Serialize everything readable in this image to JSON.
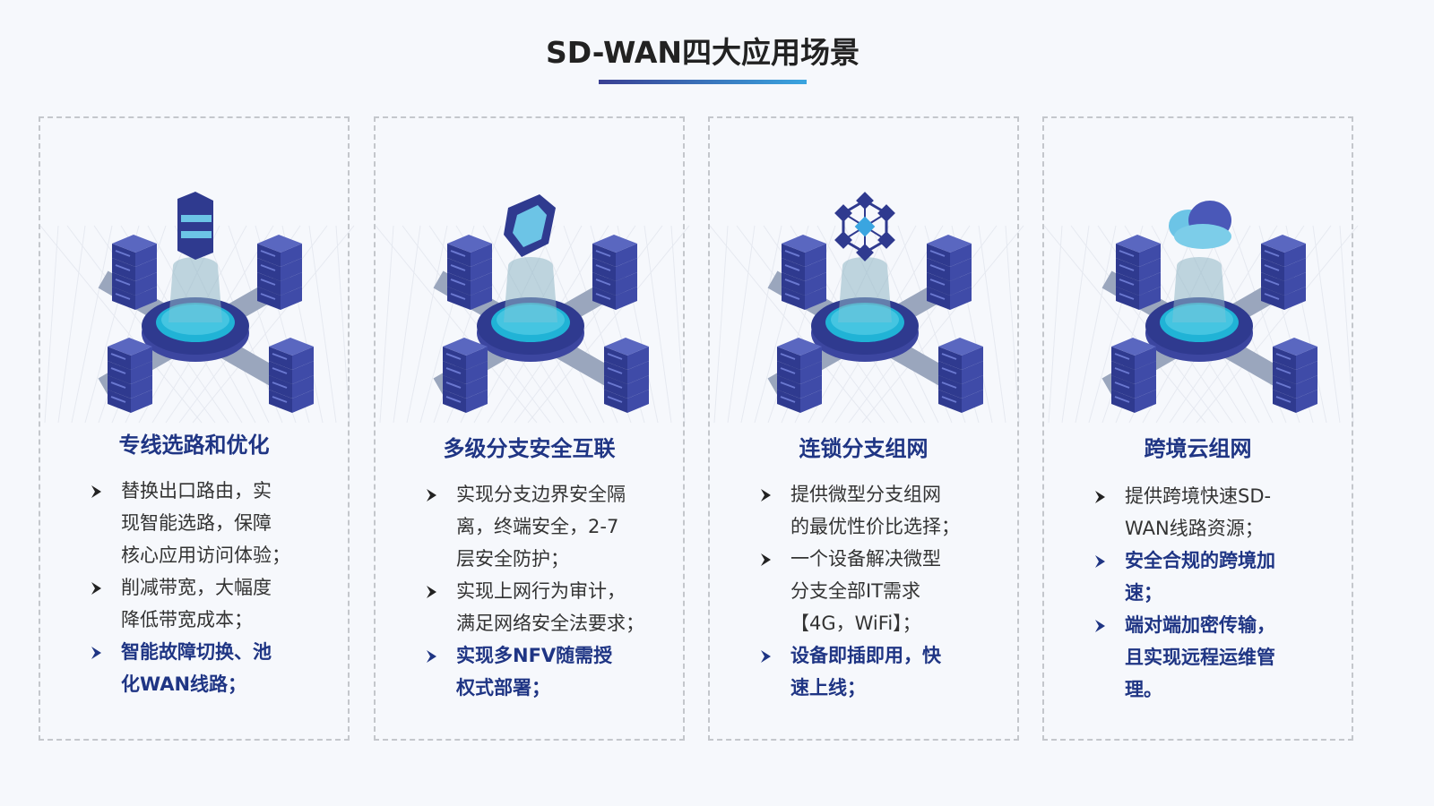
{
  "title": "SD-WAN四大应用场景",
  "colors": {
    "accent_start": "#3a3f93",
    "accent_end": "#3aa5e0",
    "heading": "#1f3584",
    "body": "#333333"
  },
  "cards": [
    {
      "heading": "专线选路和优化",
      "icon": "router-icon",
      "bullets": [
        {
          "lines": [
            "替换出口路由，实",
            "现智能选路，保障",
            "核心应用访问体验；"
          ],
          "emphasis": false
        },
        {
          "lines": [
            "削减带宽，大幅度",
            "降低带宽成本；"
          ],
          "emphasis": false
        },
        {
          "lines": [
            "智能故障切换、池",
            "化WAN线路；"
          ],
          "emphasis": true
        }
      ]
    },
    {
      "heading": "多级分支安全互联",
      "icon": "shield-icon",
      "bullets": [
        {
          "lines": [
            "实现分支边界安全隔",
            "离，终端安全，2-7",
            "层安全防护；"
          ],
          "emphasis": false
        },
        {
          "lines": [
            "实现上网行为审计，",
            "满足网络安全法要求；"
          ],
          "emphasis": false
        },
        {
          "lines": [
            "实现多NFV随需授",
            "权式部署；"
          ],
          "emphasis": true
        }
      ]
    },
    {
      "heading": "连锁分支组网",
      "icon": "network-hex-icon",
      "bullets": [
        {
          "lines": [
            "提供微型分支组网",
            "的最优性价比选择；"
          ],
          "emphasis": false
        },
        {
          "lines": [
            "一个设备解决微型",
            "分支全部IT需求",
            "【4G，WiFi】；"
          ],
          "emphasis": false
        },
        {
          "lines": [
            "设备即插即用，快",
            "速上线；"
          ],
          "emphasis": true
        }
      ]
    },
    {
      "heading": "跨境云组网",
      "icon": "cloud-icon",
      "bullets": [
        {
          "lines": [
            "提供跨境快速SD-",
            "WAN线路资源；"
          ],
          "emphasis": false
        },
        {
          "lines": [
            "安全合规的跨境加",
            "速；"
          ],
          "emphasis": true
        },
        {
          "lines": [
            "端对端加密传输，",
            "且实现远程运维管",
            "理。"
          ],
          "emphasis": true
        }
      ]
    }
  ]
}
